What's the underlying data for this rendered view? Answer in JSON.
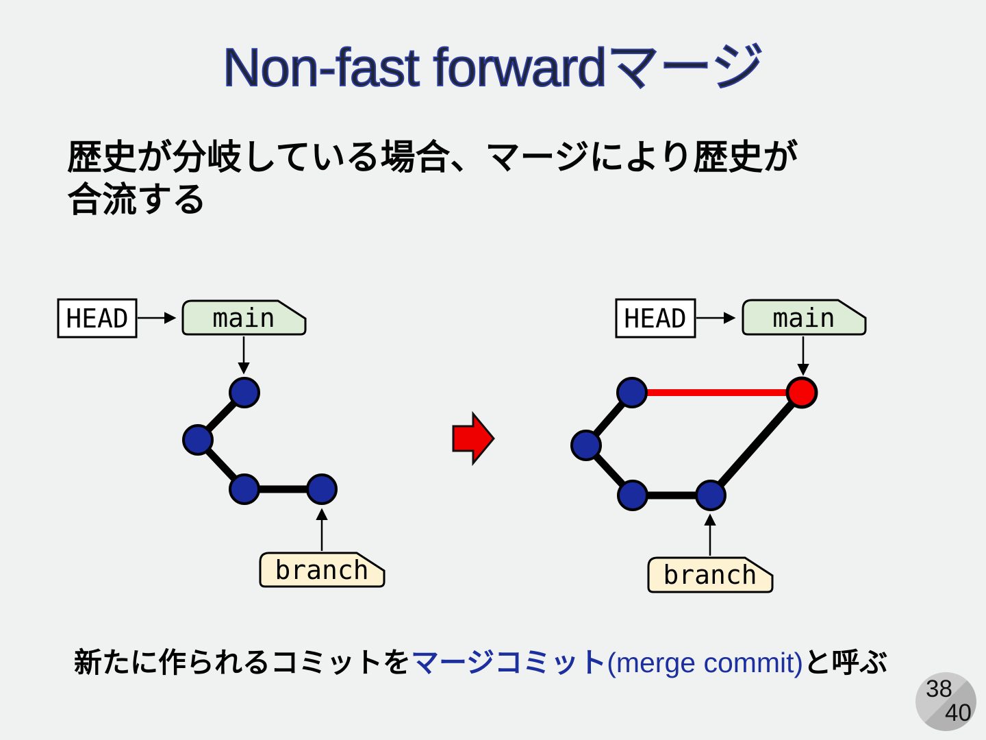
{
  "slide": {
    "title": "Non-fast forwardマージ",
    "body": {
      "line1": "歴史が分岐している場合、マージにより歴史が",
      "line2": "合流する"
    },
    "footnote": {
      "prefix": "新たに作られるコミットを",
      "merge_jp": "マージコミット",
      "merge_en": "(merge commit)",
      "suffix": "と呼ぶ"
    },
    "page": {
      "current": "38",
      "total": "40"
    }
  },
  "left_diagram": {
    "head": "HEAD",
    "main": "main",
    "branch": "branch",
    "commit_count": 4
  },
  "right_diagram": {
    "head": "HEAD",
    "main": "main",
    "branch": "branch",
    "commit_count": 5,
    "merge_note": "merge commit shown in red"
  },
  "colors": {
    "commit_blue": "#1a2b9d",
    "merge_red": "#f60000",
    "label_green": "#ddecd6",
    "label_cream": "#fdf3d2",
    "head_white": "#ffffff",
    "highlight_blue": "#1b2f9e",
    "arrow_red": "#ee0000"
  }
}
